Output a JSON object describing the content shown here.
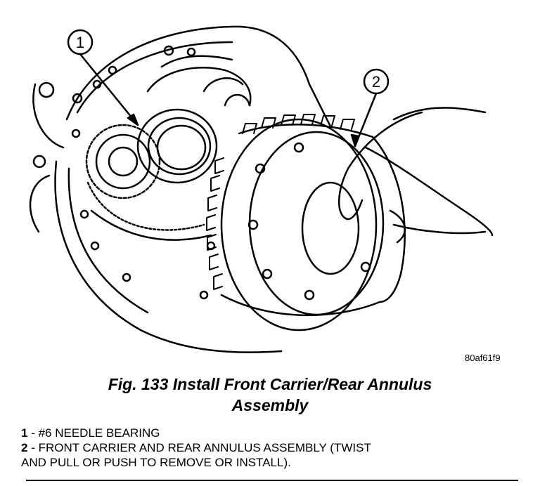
{
  "figure": {
    "callouts": [
      "1",
      "2"
    ],
    "image_code": "80af61f9",
    "caption_line1": "Fig. 133 Install Front Carrier/Rear Annulus",
    "caption_line2": "Assembly"
  },
  "legend": [
    {
      "number": "1",
      "text": " - #6 NEEDLE BEARING"
    },
    {
      "number": "2",
      "text": " - FRONT CARRIER AND REAR ANNULUS ASSEMBLY (TWIST\nAND PULL OR PUSH TO REMOVE OR INSTALL)."
    }
  ]
}
